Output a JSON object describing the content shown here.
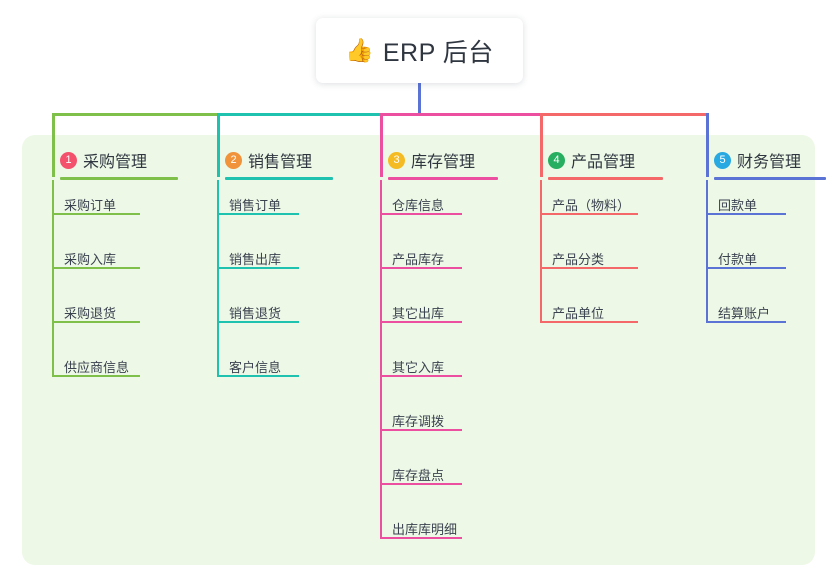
{
  "diagram": {
    "root": {
      "icon": "thumbs-up-emoji",
      "emoji": "👍",
      "label": "ERP 后台"
    },
    "panel_color": "#eef8e6",
    "branches": [
      {
        "index": "1",
        "title": "采购管理",
        "badge_color": "#f4516c",
        "line_color": "#7fc04a",
        "items": [
          "采购订单",
          "采购入库",
          "采购退货",
          "供应商信息"
        ]
      },
      {
        "index": "2",
        "title": "销售管理",
        "badge_color": "#f0933a",
        "line_color": "#1fc2ae",
        "items": [
          "销售订单",
          "销售出库",
          "销售退货",
          "客户信息"
        ]
      },
      {
        "index": "3",
        "title": "库存管理",
        "badge_color": "#f5bb22",
        "line_color": "#ed4fa0",
        "items": [
          "仓库信息",
          "产品库存",
          "其它出库",
          "其它入库",
          "库存调拨",
          "库存盘点",
          "出库库明细"
        ]
      },
      {
        "index": "4",
        "title": "产品管理",
        "badge_color": "#27ae60",
        "line_color": "#f4686a",
        "items": [
          "产品（物料）",
          "产品分类",
          "产品单位"
        ]
      },
      {
        "index": "5",
        "title": "财务管理",
        "badge_color": "#29a9e1",
        "line_color": "#5b73d4",
        "items": [
          "回款单",
          "付款单",
          "结算账户"
        ]
      }
    ]
  }
}
